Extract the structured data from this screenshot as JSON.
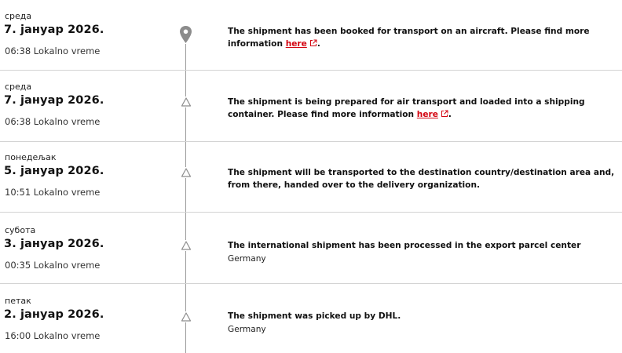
{
  "colors": {
    "accent": "#d40511",
    "marker": "#8c8c8c",
    "line": "#9a9a9a",
    "divider": "#d3d3d3"
  },
  "icons": {
    "current": "location-pin-icon",
    "past": "triangle-icon",
    "external": "external-link-icon"
  },
  "events": [
    {
      "weekday": "среда",
      "date": "7. јануар 2026.",
      "time": "06:38 Lokalno vreme",
      "description": "The shipment has been booked for transport on an aircraft. Please find more information",
      "link_text": "here",
      "after_link": ".",
      "sub": ""
    },
    {
      "weekday": "среда",
      "date": "7. јануар 2026.",
      "time": "06:38 Lokalno vreme",
      "description": "The shipment is being prepared for air transport and loaded into a shipping container. Please find more information",
      "link_text": "here",
      "after_link": ".",
      "sub": ""
    },
    {
      "weekday": "понедељак",
      "date": "5. јануар 2026.",
      "time": "10:51 Lokalno vreme",
      "description": "The shipment will be transported to the destination country/destination area and, from there, handed over to the delivery organization.",
      "link_text": "",
      "after_link": "",
      "sub": ""
    },
    {
      "weekday": "субота",
      "date": "3. јануар 2026.",
      "time": "00:35 Lokalno vreme",
      "description": "The international shipment has been processed in the export parcel center",
      "link_text": "",
      "after_link": "",
      "sub": "Germany"
    },
    {
      "weekday": "петак",
      "date": "2. јануар 2026.",
      "time": "16:00 Lokalno vreme",
      "description": "The shipment was picked up by DHL.",
      "link_text": "",
      "after_link": "",
      "sub": "Germany"
    }
  ]
}
